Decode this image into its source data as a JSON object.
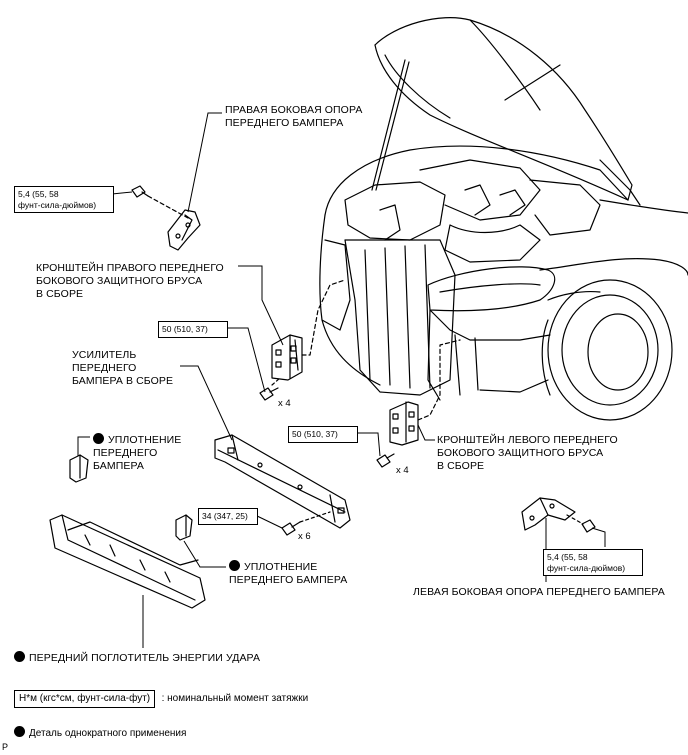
{
  "labels": {
    "right_support": "ПРАВАЯ БОКОВАЯ ОПОРА\nПЕРЕДНЕГО БАМПЕРА",
    "right_bracket": "КРОНШТЕЙН ПРАВОГО ПЕРЕДНЕГО\nБОКОВОГО ЗАЩИТНОГО БРУСА\nВ СБОРЕ",
    "reinforcement": "УСИЛИТЕЛЬ\nПЕРЕДНЕГО\nБАМПЕРА В СБОРЕ",
    "seal_upper": "УПЛОТНЕНИЕ\nПЕРЕДНЕГО\nБАМПЕРА",
    "seal_lower": "УПЛОТНЕНИЕ\nПЕРЕДНЕГО БАМПЕРА",
    "left_bracket": "КРОНШТЕЙН ЛЕВОГО ПЕРЕДНЕГО\nБОКОВОГО ЗАЩИТНОГО БРУСА\nВ СБОРЕ",
    "absorber": "ПЕРЕДНИЙ ПОГЛОТИТЕЛЬ ЭНЕРГИИ УДАРА",
    "left_support": "ЛЕВАЯ БОКОВАЯ ОПОРА ПЕРЕДНЕГО БАМПЕРА"
  },
  "torques": {
    "right_support": "5,4 (55, 58\nфунт-сила-дюймов)",
    "right_bracket": "50 (510, 37)",
    "left_bracket": "50 (510, 37)",
    "reinforcement": "34 (347, 25)",
    "left_support": "5,4 (55, 58\nфунт-сила-дюймов)"
  },
  "quantities": {
    "right_bracket": "x 4",
    "left_bracket": "x 4",
    "reinforcement": "x 6"
  },
  "legend": {
    "torque_unit": "Н*м (кгс*см, фунт-сила-фут)",
    "torque_desc": ": номинальный момент затяжки",
    "single_use": "Деталь однократного применения"
  },
  "corner_mark": "P"
}
